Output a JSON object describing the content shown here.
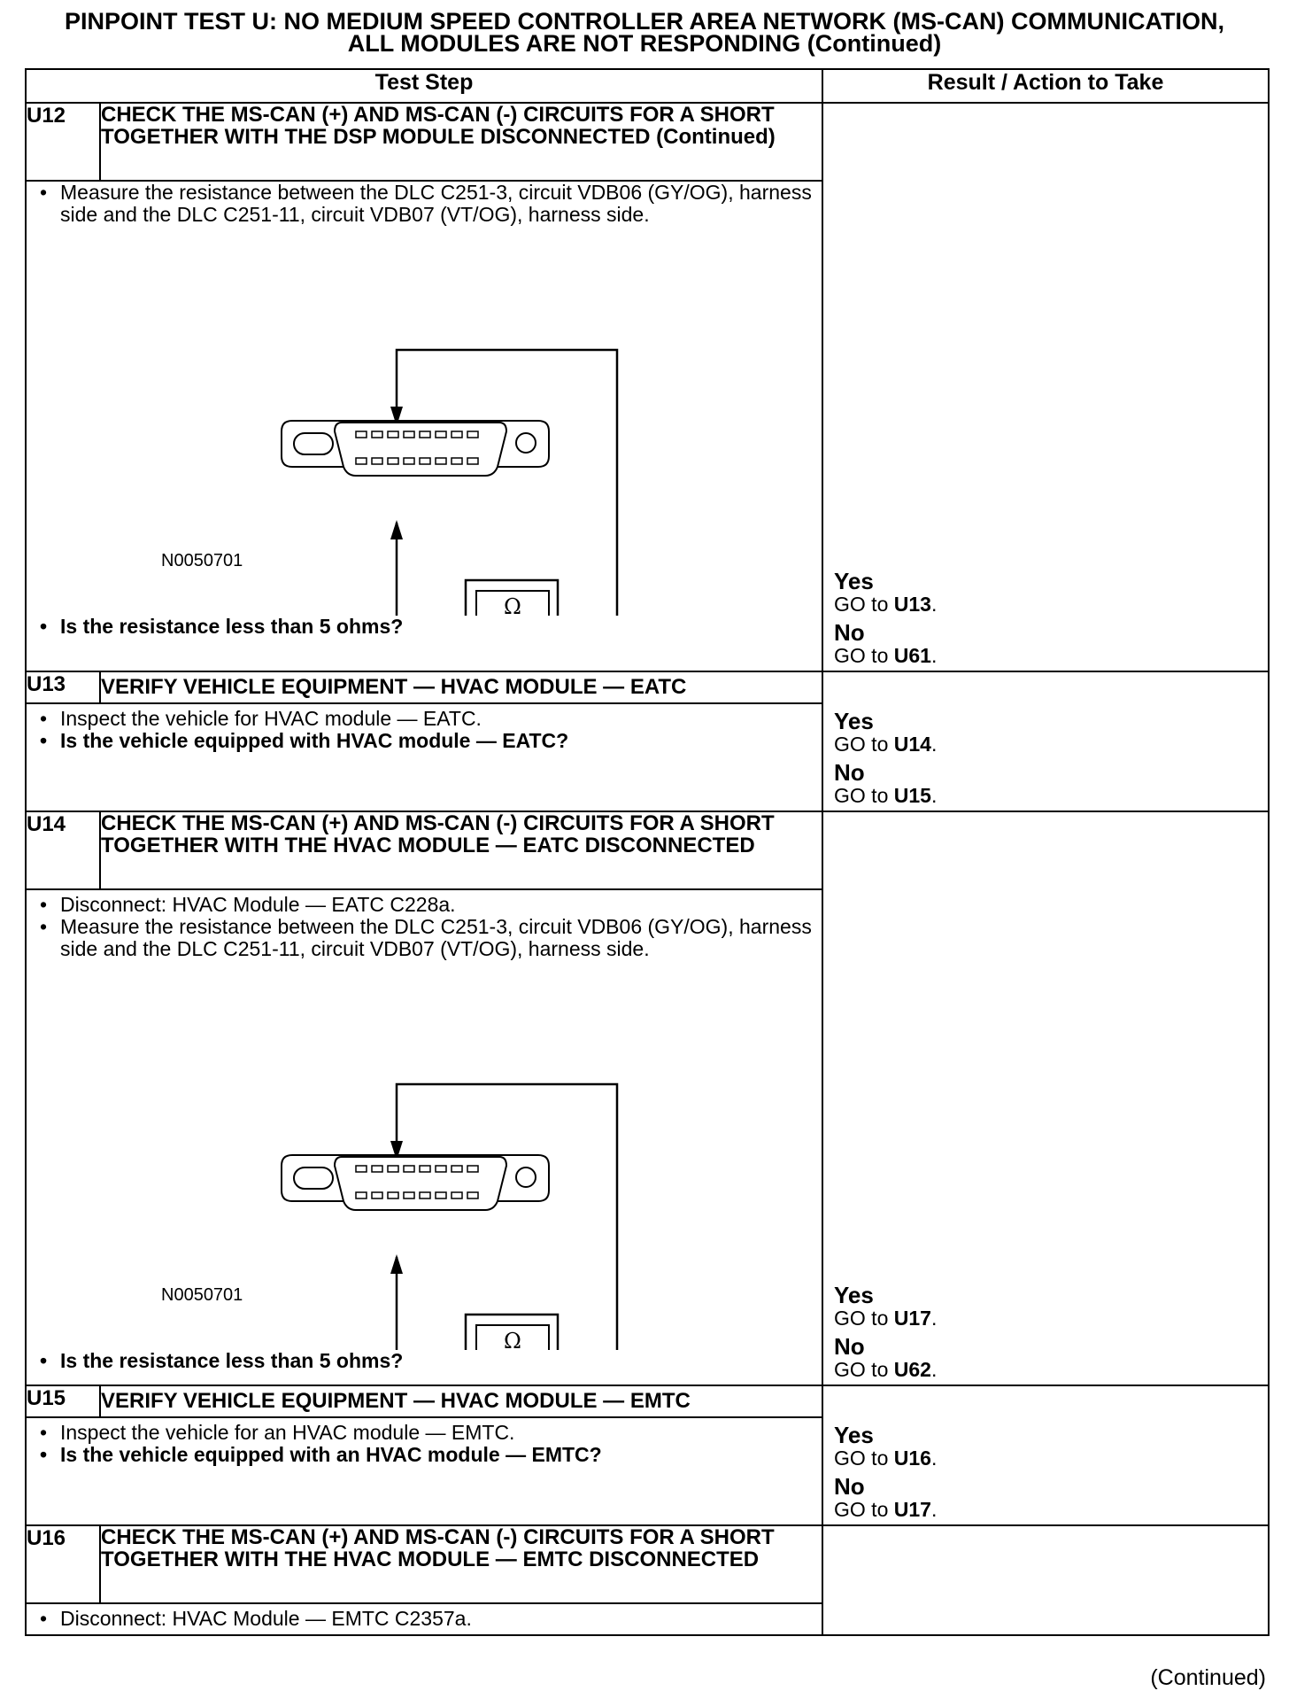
{
  "title": {
    "line1": "PINPOINT TEST  U: NO MEDIUM SPEED CONTROLLER AREA NETWORK (MS-CAN) COMMUNICATION,",
    "line2": "ALL MODULES ARE NOT RESPONDING (Continued)"
  },
  "table": {
    "col_test_step": "Test Step",
    "col_result": "Result / Action to Take"
  },
  "steps": [
    {
      "id": "U12",
      "title": "CHECK THE MS-CAN (+) AND MS-CAN (-) CIRCUITS FOR A SHORT TOGETHER WITH THE DSP MODULE DISCONNECTED (Continued)",
      "bullets": [
        "Measure the resistance between the DLC C251-3, circuit VDB06 (GY/OG), harness side and the DLC C251-11, circuit VDB07 (VT/OG), harness side."
      ],
      "figure_id": "N0050701",
      "question": "Is the resistance less than 5 ohms?",
      "yes_label": "Yes",
      "yes_prefix": "GO to ",
      "yes_target": "U13",
      "yes_suffix": ".",
      "no_label": "No",
      "no_prefix": "GO to ",
      "no_target": "U61",
      "no_suffix": "."
    },
    {
      "id": "U13",
      "title": "VERIFY VEHICLE EQUIPMENT — HVAC MODULE — EATC",
      "bullets": [
        "Inspect the vehicle for HVAC module — EATC."
      ],
      "question": "Is the vehicle equipped with HVAC module — EATC?",
      "yes_label": "Yes",
      "yes_prefix": "GO to ",
      "yes_target": "U14",
      "yes_suffix": ".",
      "no_label": "No",
      "no_prefix": "GO to ",
      "no_target": "U15",
      "no_suffix": "."
    },
    {
      "id": "U14",
      "title": "CHECK THE MS-CAN (+) AND MS-CAN (-) CIRCUITS FOR A SHORT TOGETHER WITH THE HVAC MODULE — EATC DISCONNECTED",
      "bullets": [
        "Disconnect: HVAC Module — EATC C228a.",
        "Measure the resistance between the DLC C251-3, circuit VDB06 (GY/OG), harness side and the DLC C251-11, circuit VDB07 (VT/OG), harness side."
      ],
      "figure_id": "N0050701",
      "question": "Is the resistance less than 5 ohms?",
      "yes_label": "Yes",
      "yes_prefix": "GO to ",
      "yes_target": "U17",
      "yes_suffix": ".",
      "no_label": "No",
      "no_prefix": "GO to ",
      "no_target": "U62",
      "no_suffix": "."
    },
    {
      "id": "U15",
      "title": "VERIFY VEHICLE EQUIPMENT — HVAC MODULE — EMTC",
      "bullets": [
        "Inspect the vehicle for an HVAC module — EMTC."
      ],
      "question": "Is the vehicle equipped with an HVAC module — EMTC?",
      "yes_label": "Yes",
      "yes_prefix": "GO to ",
      "yes_target": "U16",
      "yes_suffix": ".",
      "no_label": "No",
      "no_prefix": "GO to ",
      "no_target": "U17",
      "no_suffix": "."
    },
    {
      "id": "U16",
      "title": "CHECK THE MS-CAN (+) AND MS-CAN (-) CIRCUITS FOR A SHORT TOGETHER WITH THE HVAC MODULE — EMTC DISCONNECTED",
      "bullets": [
        "Disconnect: HVAC Module — EMTC C2357a."
      ]
    }
  ],
  "figure_symbols": {
    "ohm": "Ω",
    "plus": "+",
    "minus": "−"
  },
  "footer": {
    "continued": "(Continued)"
  }
}
